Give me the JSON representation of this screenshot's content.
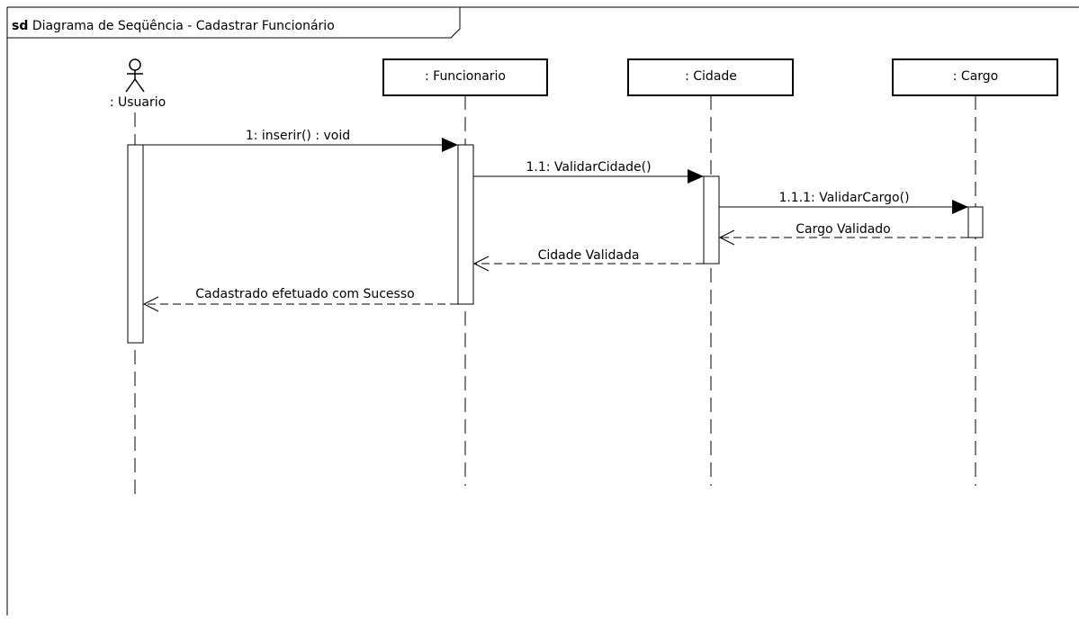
{
  "diagram": {
    "frame_keyword": "sd",
    "frame_title": "Diagrama de Seqüência - Cadastrar Funcionário"
  },
  "lifelines": [
    {
      "id": "usuario",
      "kind": "actor",
      "label": ": Usuario"
    },
    {
      "id": "funcionario",
      "kind": "object",
      "label": ": Funcionario"
    },
    {
      "id": "cidade",
      "kind": "object",
      "label": ": Cidade"
    },
    {
      "id": "cargo",
      "kind": "object",
      "label": ": Cargo"
    }
  ],
  "messages": [
    {
      "from": "usuario",
      "to": "funcionario",
      "type": "sync",
      "label": "1: inserir() : void"
    },
    {
      "from": "funcionario",
      "to": "cidade",
      "type": "sync",
      "label": "1.1: ValidarCidade()"
    },
    {
      "from": "cidade",
      "to": "cargo",
      "type": "sync",
      "label": "1.1.1: ValidarCargo()"
    },
    {
      "from": "cargo",
      "to": "cidade",
      "type": "reply",
      "label": "Cargo Validado"
    },
    {
      "from": "cidade",
      "to": "funcionario",
      "type": "reply",
      "label": "Cidade Validada"
    },
    {
      "from": "funcionario",
      "to": "usuario",
      "type": "reply",
      "label": "Cadastrado efetuado com Sucesso"
    }
  ],
  "colors": {
    "line": "#000000",
    "background": "#ffffff"
  }
}
